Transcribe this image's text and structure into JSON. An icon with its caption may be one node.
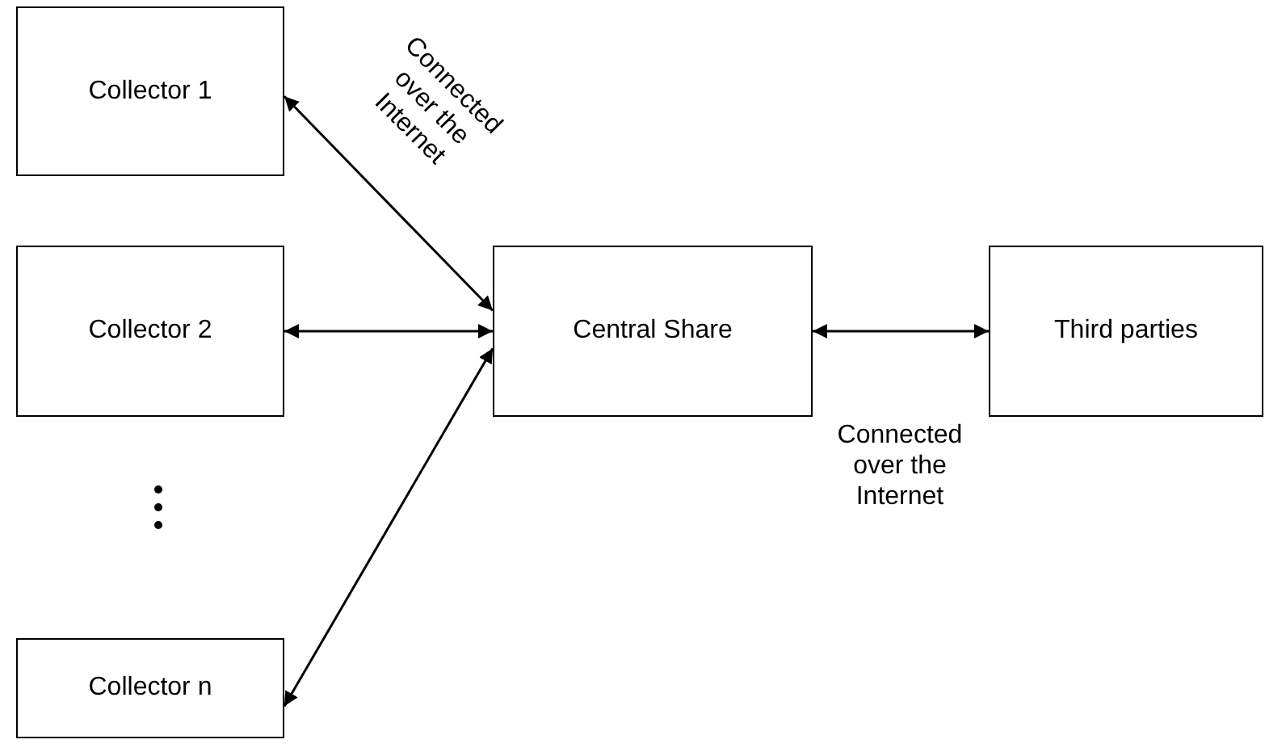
{
  "diagram": {
    "nodes": [
      {
        "text": [
          "Collector 1"
        ]
      },
      {
        "text": [
          "Collector 2"
        ]
      },
      {
        "text": [
          "Collector n"
        ]
      },
      {
        "text": [
          "Central Share"
        ]
      },
      {
        "text": [
          "Third parties"
        ]
      }
    ],
    "edges": [
      {
        "from": 0,
        "to": 3,
        "arrow": "both",
        "label": "Connected over the Internet"
      },
      {
        "from": 1,
        "to": 3,
        "arrow": "both"
      },
      {
        "from": 2,
        "to": 3,
        "arrow": "both"
      },
      {
        "from": 3,
        "to": 4,
        "arrow": "both",
        "label": "Connected over the Internet"
      }
    ]
  }
}
